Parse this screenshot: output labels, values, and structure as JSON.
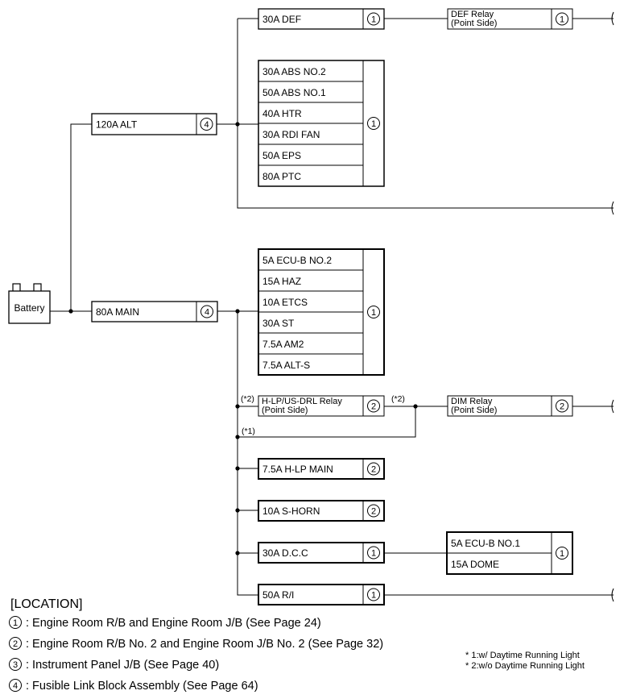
{
  "battery": {
    "label": "Battery"
  },
  "fuses": {
    "alt": {
      "label": "120A ALT",
      "loc": "4"
    },
    "main": {
      "label": "80A MAIN",
      "loc": "4"
    },
    "def": {
      "label": "30A DEF",
      "loc": "1"
    },
    "hlp_main": {
      "label": "7.5A H-LP MAIN",
      "loc": "2"
    },
    "s_horn": {
      "label": "10A S-HORN",
      "loc": "2"
    },
    "dcc": {
      "label": "30A D.C.C",
      "loc": "1"
    },
    "ri": {
      "label": "50A R/I",
      "loc": "1"
    }
  },
  "relays": {
    "def": {
      "line1": "DEF Relay",
      "line2": "(Point Side)",
      "loc": "1"
    },
    "hlp": {
      "line1": "H-LP/US-DRL Relay",
      "line2": "(Point Side)",
      "loc": "2"
    },
    "dim": {
      "line1": "DIM Relay",
      "line2": "(Point Side)",
      "loc": "2"
    }
  },
  "groups": {
    "alt_group": {
      "items": [
        "30A ABS NO.2",
        "50A ABS NO.1",
        "40A HTR",
        "30A RDI FAN",
        "50A EPS",
        "80A PTC"
      ],
      "loc": "1"
    },
    "main_group": {
      "items": [
        "5A ECU-B NO.2",
        "15A HAZ",
        "10A ETCS",
        "30A ST",
        "7.5A AM2",
        "7.5A ALT-S"
      ],
      "loc": "1"
    },
    "dcc_group": {
      "items": [
        "5A ECU-B NO.1",
        "15A DOME"
      ],
      "loc": "1"
    }
  },
  "wire_notes": {
    "star2_a": "(*2)",
    "star2_b": "(*2)",
    "star1": "(*1)"
  },
  "location": {
    "heading": "[LOCATION]",
    "items": [
      {
        "num": "1",
        "text": ": Engine Room R/B and Engine Room J/B (See Page 24)"
      },
      {
        "num": "2",
        "text": ": Engine Room R/B No. 2 and Engine Room J/B No. 2 (See Page 32)"
      },
      {
        "num": "3",
        "text": ": Instrument Panel J/B (See Page 40)"
      },
      {
        "num": "4",
        "text": ": Fusible Link Block Assembly (See Page 64)"
      }
    ]
  },
  "footnotes": {
    "note1": "* 1:w/ Daytime Running Light",
    "note2": "* 2:w/o Daytime Running Light"
  }
}
